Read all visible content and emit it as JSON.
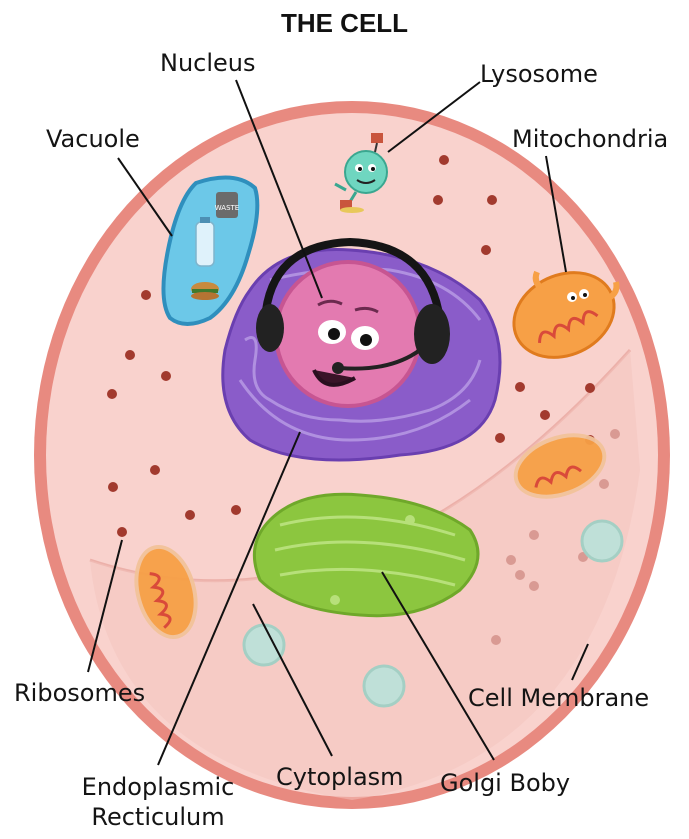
{
  "title": "THE CELL",
  "labels": {
    "nucleus": "Nucleus",
    "lysosome": "Lysosome",
    "vacuole": "Vacuole",
    "mitochondria": "Mitochondria",
    "ribosomes": "Ribosomes",
    "cell_membrane": "Cell Membrane",
    "endoplasmic_line1": "Endoplasmic",
    "endoplasmic_line2": "Recticulum",
    "cytoplasm": "Cytoplasm",
    "golgi": "Golgi Boby"
  },
  "vacuole_contents": {
    "jar_text": "WASTE"
  },
  "colors": {
    "membrane": "#e88a80",
    "cytoplasm": "#f9d2cd",
    "nucleus": "#e37ab0",
    "er": "#8a5cc9",
    "golgi": "#8cc63f",
    "mitochondria": "#f7a046",
    "vacuole": "#6cc8e8",
    "lysosome": "#6fd6c0",
    "ribosome": "#a23a2e"
  }
}
